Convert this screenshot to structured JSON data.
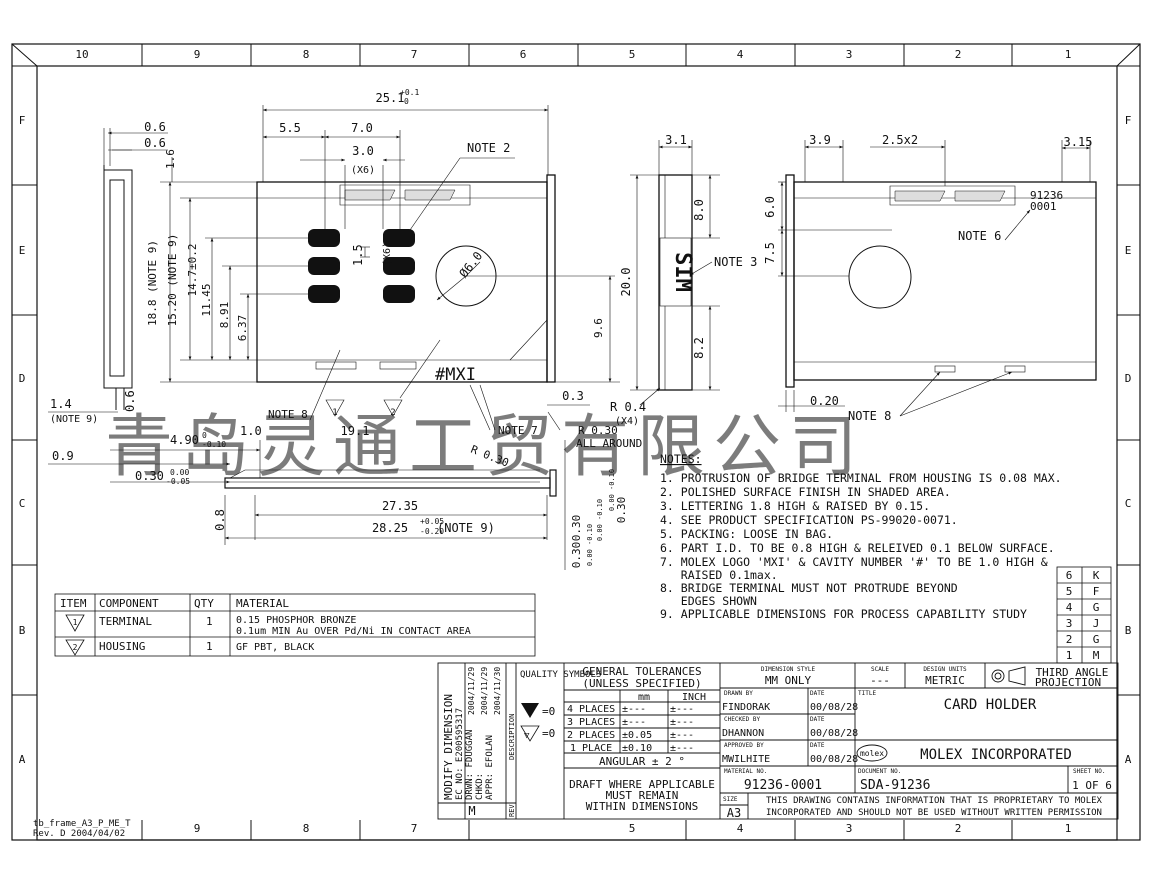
{
  "frame": {
    "cols": [
      "10",
      "9",
      "8",
      "7",
      "6",
      "5",
      "4",
      "3",
      "2",
      "1"
    ],
    "rows": [
      "F",
      "E",
      "D",
      "C",
      "B",
      "A"
    ],
    "bottom_cols": [
      "9",
      "8",
      "7",
      "5",
      "4",
      "3",
      "2",
      "1"
    ],
    "frame_name": "tb_frame_A3_P_ME_T",
    "frame_rev": "Rev. D 2004/04/02"
  },
  "watermark": "青岛灵通工贸有限公司",
  "front_view": {
    "dim_total_width": "25.1",
    "dim_total_width_tol_upper": "+0.1",
    "dim_total_width_tol_lower": "0",
    "dim_a": "5.5",
    "dim_b": "7.0",
    "dim_c": "3.0",
    "dim_c_count": "(X6)",
    "dim_d": "1.5",
    "dim_d_count": "(X6)",
    "dim_circle": "Ø6.0",
    "dim_height_total": "18.8 (NOTE 9)",
    "dim_height_inner": "15.20 (NOTE 9)",
    "dim_h1": "14.7±0.2",
    "dim_h2": "11.45",
    "dim_h3": "8.91",
    "dim_h4": "6.37",
    "dim_96": "9.6",
    "dim_16": "1.6",
    "dim_06a": "0.6",
    "dim_06b": "0.6",
    "dim_06c": "0.6",
    "dim_14": "1.4",
    "dim_14_note": "(NOTE 9)",
    "dim_03": "0.3",
    "dim_10": "1.0",
    "dim_191": "19.1",
    "note2": "NOTE 2",
    "note7": "NOTE 7",
    "note8": "NOTE 8",
    "r030": "R 0.30",
    "r030b": "R 0.30",
    "all_around": "ALL AROUND",
    "mark_mxi": "#MXI",
    "item_tag_1": "1",
    "item_tag_2": "2"
  },
  "bottom_view": {
    "dim_490": "4.90",
    "dim_490_upper": "0",
    "dim_490_lower": "-0.10",
    "dim_09": "0.9",
    "dim_030": "0.30",
    "dim_030_upper": "0.00",
    "dim_030_lower": "-0.05",
    "dim_08": "0.8",
    "dim_2735": "27.35",
    "dim_2825": "28.25",
    "dim_2825_upper": "+0.05",
    "dim_2825_lower": "-0.20",
    "dim_2825_note": "(NOTE 9)",
    "dim_right_a": "0.30",
    "dim_right_a_tol": "0.00 -0.10",
    "dim_right_b": "0.30",
    "dim_right_b_tol": "0.00 -0.10",
    "dim_right_c": "0.30",
    "dim_right_c_tol": "0.00 -0.10"
  },
  "side_view": {
    "dim_31": "3.1",
    "dim_80": "8.0",
    "dim_200": "20.0",
    "dim_82": "8.2",
    "note3": "NOTE 3",
    "r04": "R 0.4",
    "r04_count": "(X4)",
    "sim_text": "SIM"
  },
  "back_view": {
    "dim_39": "3.9",
    "dim_25x2": "2.5x2",
    "dim_315": "3.15",
    "dim_60": "6.0",
    "dim_75": "7.5",
    "dim_020": "0.20",
    "part_number_1": "91236",
    "part_number_2": "0001",
    "note6": "NOTE 6",
    "note8": "NOTE 8"
  },
  "notes": {
    "title": "NOTES:",
    "items": [
      "1. PROTRUSION OF BRIDGE TERMINAL FROM HOUSING IS 0.08 MAX.",
      "2. POLISHED SURFACE FINISH IN SHADED AREA.",
      "3. LETTERING 1.8 HIGH & RAISED BY 0.15.",
      "4. SEE PRODUCT SPECIFICATION PS-99020-0071.",
      "5. PACKING: LOOSE IN BAG.",
      "6. PART I.D. TO BE 0.8 HIGH & RELEIVED 0.1 BELOW SURFACE.",
      "7. MOLEX LOGO 'MXI' & CAVITY NUMBER '#' TO BE 1.0 HIGH &",
      "   RAISED 0.1max.",
      "8. BRIDGE TERMINAL MUST NOT PROTRUDE BEYOND",
      "   EDGES SHOWN",
      "9. APPLICABLE DIMENSIONS FOR PROCESS CAPABILITY STUDY"
    ]
  },
  "revision_table": {
    "rows": [
      [
        "6",
        "K"
      ],
      [
        "5",
        "F"
      ],
      [
        "4",
        "G"
      ],
      [
        "3",
        "J"
      ],
      [
        "2",
        "G"
      ],
      [
        "1",
        "M"
      ]
    ]
  },
  "bom": {
    "headers": [
      "ITEM",
      "COMPONENT",
      "QTY",
      "MATERIAL"
    ],
    "rows": [
      {
        "item": "1",
        "component": "TERMINAL",
        "qty": "1",
        "material1": "0.15 PHOSPHOR BRONZE",
        "material2": "0.1um MIN Au OVER Pd/Ni IN CONTACT AREA"
      },
      {
        "item": "2",
        "component": "HOUSING",
        "qty": "1",
        "material1": "GF PBT, BLACK",
        "material2": ""
      }
    ]
  },
  "title_block": {
    "modify_dimension": "MODIFY DIMENSION",
    "ec_no": "EC NO: E200595317",
    "drwn": "DRWN: FDUGGAN",
    "chkd": "CHKD:",
    "appr": "APPR: EFOLAN",
    "date1": "2004/11/29",
    "date2": "2004/11/29",
    "date3": "2004/11/30",
    "rev_letter": "M",
    "description_label": "DESCRIPTION",
    "rev_label": "REV",
    "quality_symbols": "QUALITY SYMBOLS",
    "sym1": "=0",
    "sym2": "=0",
    "general_tolerances": "GENERAL TOLERANCES",
    "unless_specified": "(UNLESS SPECIFIED)",
    "col_mm": "mm",
    "col_inch": "INCH",
    "tol_rows": [
      {
        "places": "4 PLACES",
        "mm": "±---",
        "inch": "±---"
      },
      {
        "places": "3 PLACES",
        "mm": "±---",
        "inch": "±---"
      },
      {
        "places": "2 PLACES",
        "mm": "±0.05",
        "inch": "±---"
      },
      {
        "places": "1 PLACE",
        "mm": "±0.10",
        "inch": "±---"
      }
    ],
    "angular": "ANGULAR ± 2 °",
    "draft1": "DRAFT WHERE APPLICABLE",
    "draft2": "MUST REMAIN",
    "draft3": "WITHIN DIMENSIONS",
    "dimension_style_label": "DIMENSION STYLE",
    "dimension_style": "MM ONLY",
    "scale_label": "SCALE",
    "scale": "---",
    "design_units_label": "DESIGN UNITS",
    "design_units": "METRIC",
    "projection1": "THIRD ANGLE",
    "projection2": "PROJECTION",
    "drawn_by_label": "DRAWN BY",
    "drawn_by": "FINDORAK",
    "drawn_date": "00/08/28",
    "checked_by_label": "CHECKED BY",
    "checked_by": "DHANNON",
    "checked_date": "00/08/28",
    "approved_by_label": "APPROVED BY",
    "approved_by": "MWILHITE",
    "approved_date": "00/08/28",
    "date_label": "DATE",
    "title_label": "TITLE",
    "title": "CARD HOLDER",
    "company_logo": "molex",
    "company": "MOLEX INCORPORATED",
    "material_no_label": "MATERIAL NO.",
    "material_no": "91236-0001",
    "document_no_label": "DOCUMENT NO.",
    "document_no": "SDA-91236",
    "sheet_no_label": "SHEET NO.",
    "sheet": "1 OF 6",
    "size_label": "SIZE",
    "size": "A3",
    "proprietary1": "THIS DRAWING CONTAINS INFORMATION THAT IS PROPRIETARY TO MOLEX",
    "proprietary2": "INCORPORATED AND SHOULD NOT BE USED WITHOUT WRITTEN PERMISSION"
  }
}
